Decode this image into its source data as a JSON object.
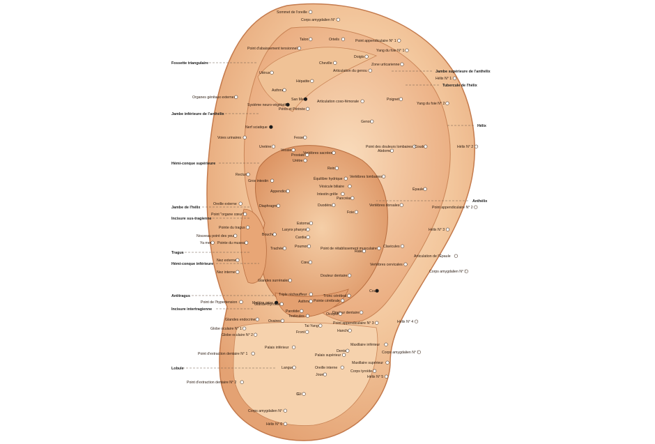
{
  "colors": {
    "skin_light": "#f7d9b8",
    "skin_mid": "#eeb58a",
    "skin_dark": "#d98d5e",
    "outline": "#c47a4c",
    "background": "#ffffff"
  },
  "anatomy_labels": [
    {
      "id": "fossette-triangulaire",
      "text": "Fossette triangulaire"
    },
    {
      "id": "jambe-inferieure-anthelix",
      "text": "Jambe inférieure de l'anthélix"
    },
    {
      "id": "hemi-conque-superieure",
      "text": "Hémi-conque supérieure"
    },
    {
      "id": "jambe-helix",
      "text": "Jambe de l'hélix"
    },
    {
      "id": "incisure-sus-tragienne",
      "text": "Incisure sus-tragienne"
    },
    {
      "id": "tragus",
      "text": "Tragus"
    },
    {
      "id": "hemi-conque-inferieure",
      "text": "Hémi-conque inférieure"
    },
    {
      "id": "antitragus",
      "text": "Antitragus"
    },
    {
      "id": "incisure-intertragienne",
      "text": "Incisure intertragienne"
    },
    {
      "id": "lobule",
      "text": "Lobule"
    },
    {
      "id": "jambe-superieure-anthelix",
      "text": "Jambe supérieure de l'anthélix"
    },
    {
      "id": "tubercule-helix",
      "text": "Tubercule de l'hélix"
    },
    {
      "id": "helix",
      "text": "Hélix"
    },
    {
      "id": "anthelix",
      "text": "Anthélix"
    }
  ],
  "points": [
    {
      "text": "Sommet de l'oreille"
    },
    {
      "text": "Corps amygdalien N° 1"
    },
    {
      "text": "Point d'abaissement tensionnel"
    },
    {
      "text": "Talon"
    },
    {
      "text": "Orteils"
    },
    {
      "text": "Point appendiculaire N° 1"
    },
    {
      "text": "Doigts"
    },
    {
      "text": "Yang du foie N° 1"
    },
    {
      "text": "Cheville"
    },
    {
      "text": "Articulation du genou"
    },
    {
      "text": "Zone urticarienne"
    },
    {
      "text": "Utérus"
    },
    {
      "text": "Hélix N° 1"
    },
    {
      "text": "Hépatite"
    },
    {
      "text": "Asthme"
    },
    {
      "text": "Organes génitaux externes"
    },
    {
      "text": "San Men"
    },
    {
      "text": "Articulation coxo-fémorale"
    },
    {
      "text": "Poignet"
    },
    {
      "text": "Yang du foie N° 2"
    },
    {
      "text": "Système neuro-végétatif"
    },
    {
      "text": "Pénis et Périnée"
    },
    {
      "text": "Genou"
    },
    {
      "text": "Nerf sciatique"
    },
    {
      "text": "Fesse"
    },
    {
      "text": "Voies urinaires"
    },
    {
      "text": "Vertèbres sacrées"
    },
    {
      "text": "Point des douleurs lombaires"
    },
    {
      "text": "Coude"
    },
    {
      "text": "Hélix N° 2"
    },
    {
      "text": "Uretère"
    },
    {
      "text": "Vessie"
    },
    {
      "text": "Prostate"
    },
    {
      "text": "Urètre"
    },
    {
      "text": "Abdomen"
    },
    {
      "text": "Rectum"
    },
    {
      "text": "Rein"
    },
    {
      "text": "Vertèbres lombaires"
    },
    {
      "text": "Gros intestin"
    },
    {
      "text": "Équilibre hydrique"
    },
    {
      "text": "Vésicule biliaire"
    },
    {
      "text": "Épaule"
    },
    {
      "text": "Appendice"
    },
    {
      "text": "Intestin grêle"
    },
    {
      "text": "Pancréas"
    },
    {
      "text": "Oreille externe"
    },
    {
      "text": "Diaphragme"
    },
    {
      "text": "Duodénum"
    },
    {
      "text": "Vertèbres dorsales"
    },
    {
      "text": "Point appendiculaire N° 2"
    },
    {
      "text": "Point \"organe cœur\""
    },
    {
      "text": "Foie"
    },
    {
      "text": "Estomac"
    },
    {
      "text": "Pointe du tragus"
    },
    {
      "text": "Larynx pharynx"
    },
    {
      "text": "Bouche"
    },
    {
      "text": "Hélix N° 3"
    },
    {
      "text": "Cardia"
    },
    {
      "text": "Nouveau point des yeux"
    },
    {
      "text": "Ya men"
    },
    {
      "text": "Pointe du museau"
    },
    {
      "text": "Trachée"
    },
    {
      "text": "Poumons"
    },
    {
      "text": "Point de rétablissement musculaire"
    },
    {
      "text": "Clavicules"
    },
    {
      "text": "Nez externe"
    },
    {
      "text": "Cœur"
    },
    {
      "text": "Rate"
    },
    {
      "text": "Articulation de l'Épaule"
    },
    {
      "text": "Vertèbres cervicales"
    },
    {
      "text": "Nez interne"
    },
    {
      "text": "Corps amygdalien N° 2"
    },
    {
      "text": "Douleur dentaire"
    },
    {
      "text": "Glandes surrénales"
    },
    {
      "text": "Triple réchauffeur"
    },
    {
      "text": "Cou"
    },
    {
      "text": "Point de l'hypertension"
    },
    {
      "text": "Asthme"
    },
    {
      "text": "Tronc cérébral"
    },
    {
      "text": "Glande thyroïde"
    },
    {
      "text": "Matière grise"
    },
    {
      "text": "Pointe cérébrale"
    },
    {
      "text": "Douleur dentaire"
    },
    {
      "text": "Glandes endocrines"
    },
    {
      "text": "Parotide"
    },
    {
      "text": "Occiput"
    },
    {
      "text": "Testicules"
    },
    {
      "text": "Ovaires"
    },
    {
      "text": "Point appendiculaire N° 3"
    },
    {
      "text": "Hélix N° 4"
    },
    {
      "text": "Tai Yang"
    },
    {
      "text": "Globe oculaire N° 1"
    },
    {
      "text": "Hanche"
    },
    {
      "text": "Globe oculaire N° 2"
    },
    {
      "text": "Front"
    },
    {
      "text": "Palais inférieur"
    },
    {
      "text": "Maxillaire inférieur"
    },
    {
      "text": "Palais supérieur"
    },
    {
      "text": "Corps amygdalien N° 3"
    },
    {
      "text": "Point d'extraction dentaire N° 1"
    },
    {
      "text": "Dents"
    },
    {
      "text": "Langue"
    },
    {
      "text": "Maxillaire supérieur"
    },
    {
      "text": "Oreille interne"
    },
    {
      "text": "Joue"
    },
    {
      "text": "Corps tyroïde"
    },
    {
      "text": "Point d'extraction dentaire N° 2"
    },
    {
      "text": "Hélix N° 5"
    },
    {
      "text": "Œil"
    },
    {
      "text": "Corps amygdalien N° 4"
    },
    {
      "text": "Hélix N° 6"
    }
  ]
}
